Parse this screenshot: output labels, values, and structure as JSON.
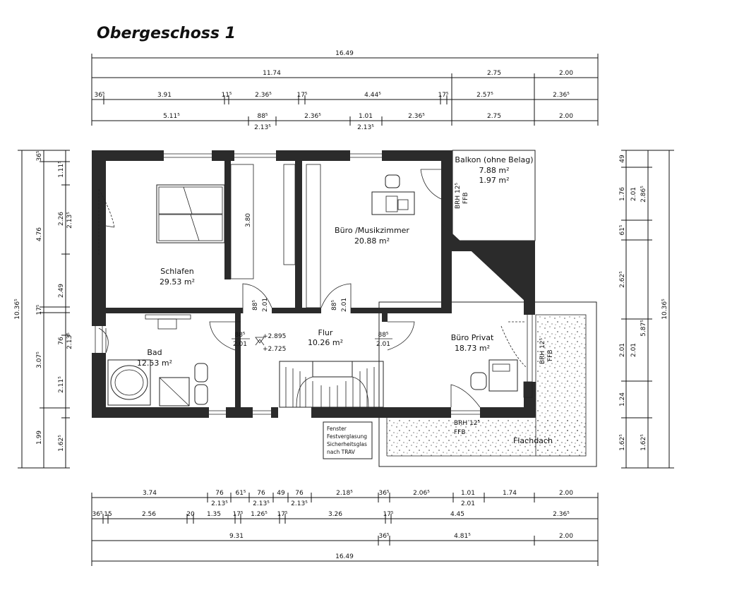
{
  "title": "Obergeschoss 1",
  "rooms": {
    "schlafen": {
      "name": "Schlafen",
      "area": "29.53 m²"
    },
    "buero_musik": {
      "name": "Büro /Musikzimmer",
      "area": "20.88 m²"
    },
    "balkon": {
      "name": "Balkon (ohne Belag)",
      "area1": "7.88 m²",
      "area2": "1.97 m²"
    },
    "flur": {
      "name": "Flur",
      "area": "10.26 m²"
    },
    "buero_privat": {
      "name": "Büro Privat",
      "area": "18.73 m²"
    },
    "bad": {
      "name": "Bad",
      "area": "12.53 m²"
    },
    "flachdach": {
      "name": "Flachdach"
    }
  },
  "labels": {
    "bed_length": "3.80",
    "brh_balkon": "BRH 12⁵",
    "ffb_balkon": "FFB",
    "brh_privat": "BRH 12⁵",
    "ffb_privat": "FFB",
    "brh_bottom": "BRH 12⁵",
    "ffb_bottom": "FFB",
    "level_up": "+2.895",
    "level_down": "+2.725",
    "note": [
      "Fenster",
      "Festverglasung",
      "Sicherheitsglas",
      "nach TRAV"
    ],
    "doors": [
      {
        "w": "88⁵",
        "h": "2.01"
      },
      {
        "w": "88⁵",
        "h": "2.01"
      },
      {
        "w": "88⁵",
        "h": "2.01"
      },
      {
        "w": "88⁵",
        "h": "2.01"
      }
    ]
  },
  "dims_top": {
    "row1": [
      "16.49"
    ],
    "row2": [
      "11.74",
      "2.75",
      "2.00"
    ],
    "row3": [
      "36⁵",
      "3.91",
      "11⁵",
      "2.36⁵",
      "17⁵",
      "4.44⁵",
      "17⁵",
      "2.57⁵",
      "2.36⁵"
    ],
    "row4": [
      "5.11⁵",
      "88⁵",
      "2.13⁵",
      "2.36⁵",
      "1.01",
      "2.13⁵",
      "2.36⁵",
      "2.75",
      "2.00"
    ]
  },
  "dims_bottom": {
    "row1": [
      "3.74",
      "76",
      "2.13⁵",
      "61⁵",
      "76",
      "2.13⁵",
      "49",
      "76",
      "2.13⁵",
      "2.18⁵",
      "36⁵",
      "2.06⁵",
      "1.01",
      "2.01",
      "1.74",
      "2.00"
    ],
    "row2": [
      "36⁵",
      "15",
      "2.56",
      "20",
      "1.35",
      "17⁵",
      "1.26⁵",
      "17⁵",
      "3.26",
      "17⁵",
      "4.45",
      "2.36⁵"
    ],
    "row3": [
      "9.31",
      "36⁵",
      "4.81⁵",
      "2.00"
    ],
    "row4": [
      "16.49"
    ]
  },
  "dims_left": {
    "outer": [
      "10.36⁵"
    ],
    "mid": [
      "36⁵",
      "4.76",
      "2.49",
      "17⁵",
      "3.07⁵",
      "1.99"
    ],
    "inner": [
      "1.11⁵",
      "2.26",
      "2.13⁵",
      "76",
      "2.13⁵",
      "2.11⁵",
      "1.62⁵"
    ]
  },
  "dims_right": {
    "inner": [
      "49",
      "1.76",
      "61⁵",
      "2.62⁵",
      "2.01",
      "1.24",
      "1.62⁵"
    ],
    "mid": [
      "2.01",
      "2.86⁵",
      "5.87⁵",
      "2.01",
      "1.62⁵"
    ],
    "outer": [
      "10.36⁵"
    ]
  }
}
